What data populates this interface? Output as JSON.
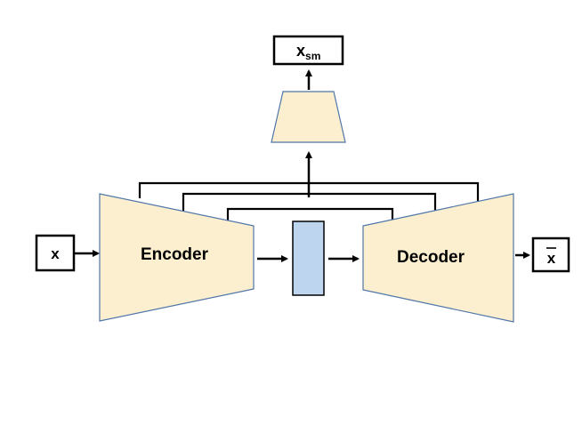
{
  "diagram": {
    "input_label": "x",
    "output_label": "x",
    "sm_label_base": "x",
    "sm_label_sub": "sm",
    "encoder_label": "Encoder",
    "decoder_label": "Decoder"
  },
  "colors": {
    "block_fill": "#FCEFCF",
    "block_stroke": "#4F76A8",
    "latent_fill": "#BDD5EE",
    "line": "#000000"
  }
}
